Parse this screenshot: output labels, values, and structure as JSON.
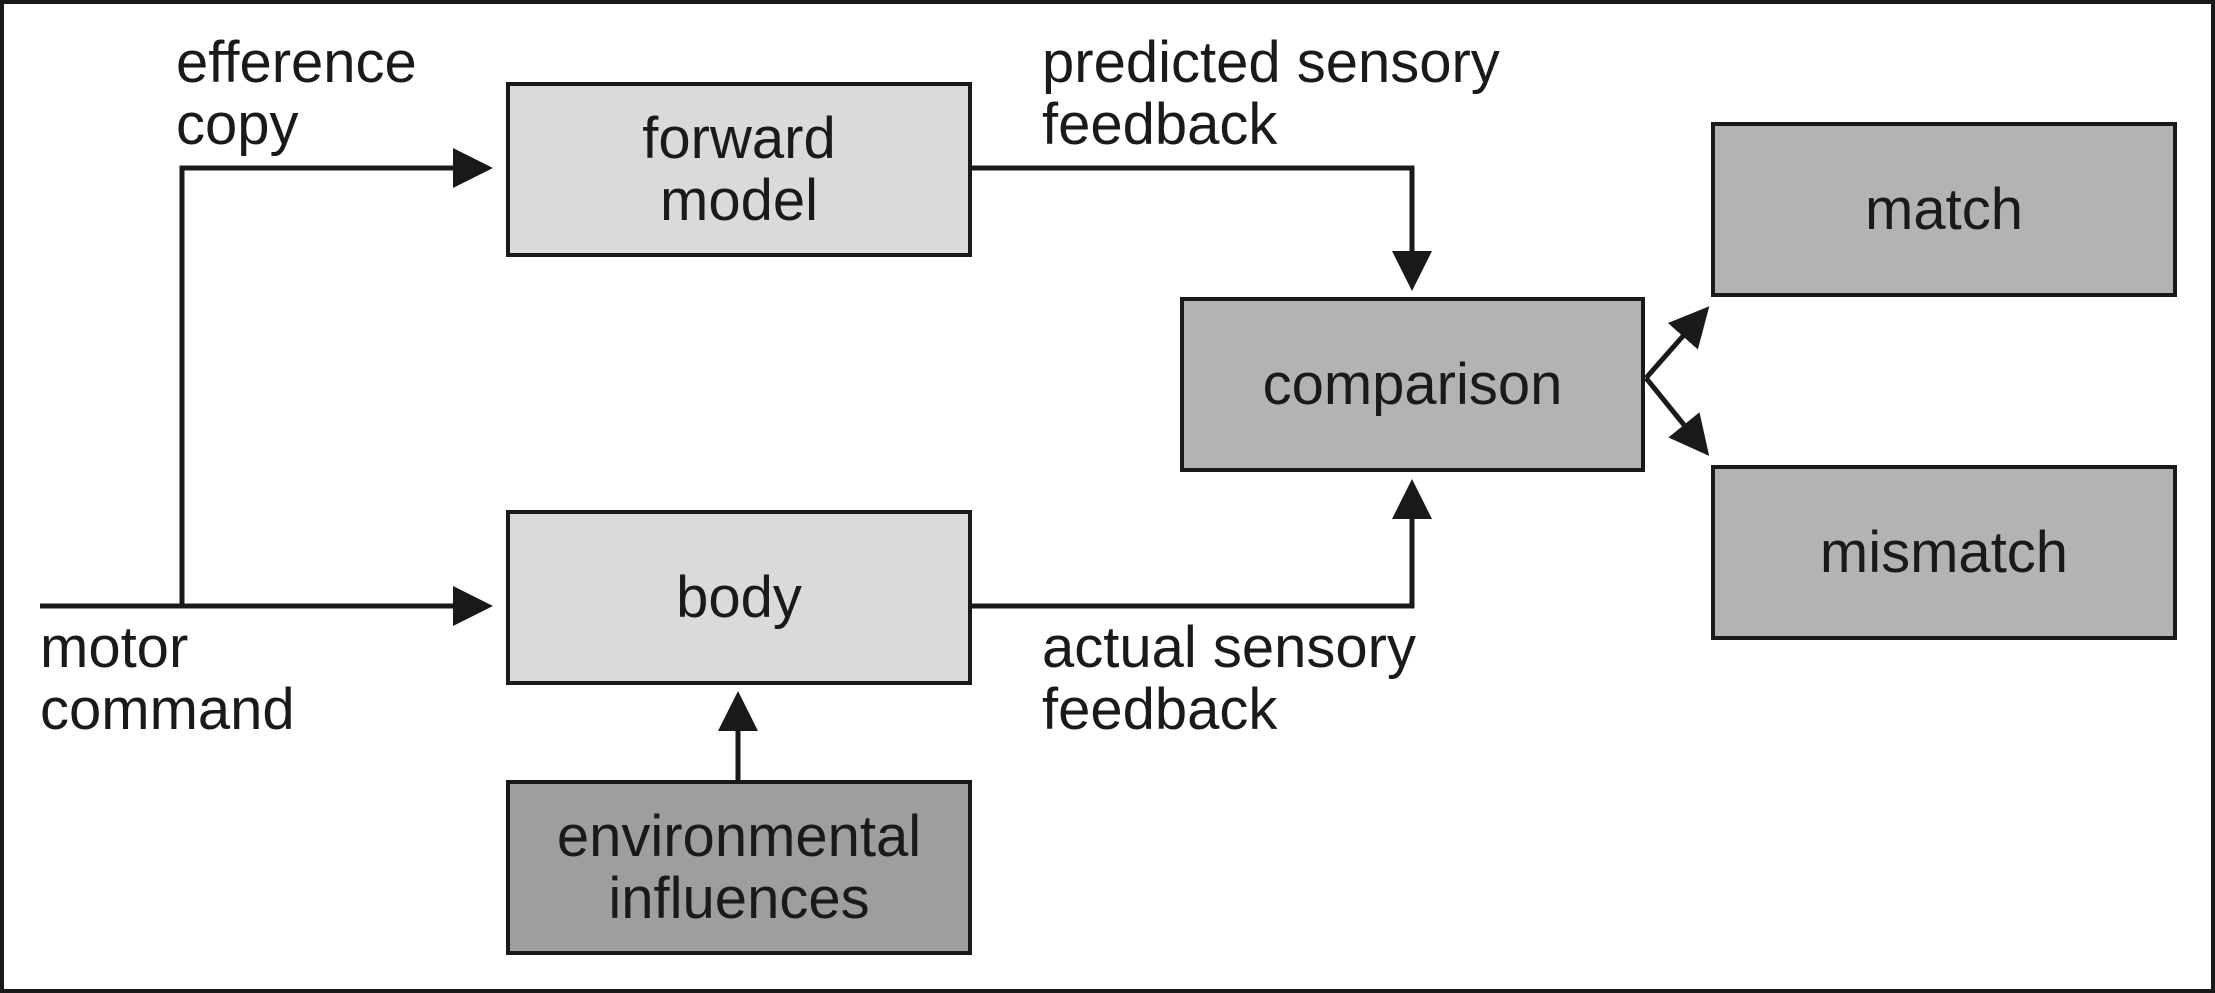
{
  "nodes": {
    "forward_model": {
      "line1": "forward",
      "line2": "model"
    },
    "body": {
      "line1": "body"
    },
    "environmental_influences": {
      "line1": "environmental",
      "line2": "influences"
    },
    "comparison": {
      "line1": "comparison"
    },
    "match": {
      "line1": "match"
    },
    "mismatch": {
      "line1": "mismatch"
    }
  },
  "edge_labels": {
    "efference_copy": {
      "line1": "efference",
      "line2": "copy"
    },
    "motor_command": {
      "line1": "motor",
      "line2": "command"
    },
    "predicted_feedback": {
      "line1": "predicted sensory",
      "line2": "feedback"
    },
    "actual_feedback": {
      "line1": "actual sensory",
      "line2": "feedback"
    }
  },
  "edges": [
    {
      "from": "motor command",
      "to": "forward model"
    },
    {
      "from": "motor command",
      "to": "body"
    },
    {
      "from": "environmental influences",
      "to": "body"
    },
    {
      "from": "forward model",
      "to": "comparison"
    },
    {
      "from": "body",
      "to": "comparison"
    },
    {
      "from": "comparison",
      "to": "match"
    },
    {
      "from": "comparison",
      "to": "mismatch"
    }
  ],
  "colors": {
    "light_box": "#dadada",
    "mid_box": "#b3b3b3",
    "dark_box": "#9e9e9e",
    "line": "#1a1a1a"
  }
}
